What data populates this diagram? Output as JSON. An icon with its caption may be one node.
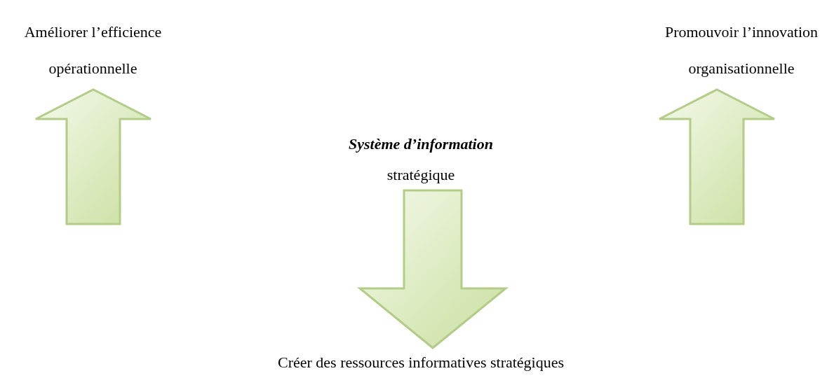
{
  "diagram": {
    "nodes": [
      {
        "text": [
          "Améliorer l’efficience opérationnelle"
        ]
      },
      {
        "text": [
          "Promouvoir l’innovation organisationnelle"
        ]
      },
      {
        "text": [
          "Système d’information",
          "stratégique"
        ]
      },
      {
        "text": [
          "Créer des ressources informatives stratégiques"
        ]
      }
    ],
    "edges": [
      {
        "from": null,
        "to": 0,
        "arrow": "to"
      },
      {
        "from": null,
        "to": 1,
        "arrow": "to"
      },
      {
        "from": 2,
        "to": 3,
        "arrow": "to"
      }
    ]
  }
}
